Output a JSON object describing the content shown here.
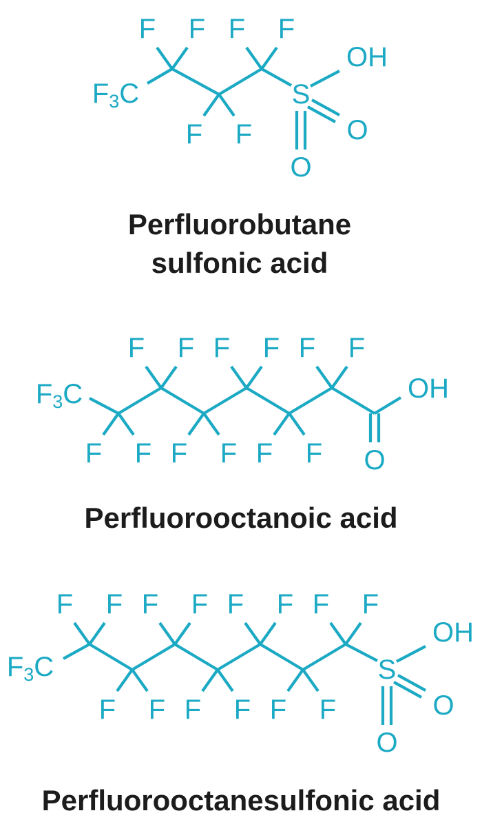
{
  "colors": {
    "structure": "#1ba9c4",
    "name_text": "#1c1c1c",
    "background": "#ffffff"
  },
  "molecules": [
    {
      "name_lines": [
        "Perfluorobutane",
        "sulfonic acid"
      ],
      "terminal_group": "F3C",
      "acid_group": "sulfonic",
      "atom_labels": {
        "fluorine": "F",
        "oxygen": "O",
        "hydroxyl": "OH",
        "sulfur": "S"
      }
    },
    {
      "name_lines": [
        "Perfluorooctanoic acid"
      ],
      "terminal_group": "F3C",
      "acid_group": "carboxylic",
      "atom_labels": {
        "fluorine": "F",
        "oxygen": "O",
        "hydroxyl": "OH"
      }
    },
    {
      "name_lines": [
        "Perfluorooctanesulfonic acid"
      ],
      "terminal_group": "F3C",
      "acid_group": "sulfonic",
      "atom_labels": {
        "fluorine": "F",
        "oxygen": "O",
        "hydroxyl": "OH",
        "sulfur": "S"
      }
    }
  ]
}
